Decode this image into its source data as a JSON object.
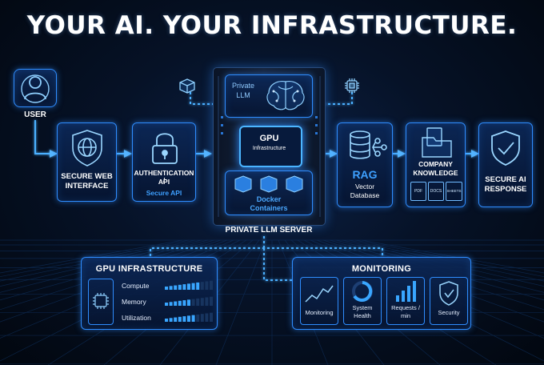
{
  "title": "YOUR AI. YOUR INFRASTRUCTURE.",
  "user": {
    "label": "USER"
  },
  "secure_web": {
    "label_line1": "SECURE WEB",
    "label_line2": "INTERFACE"
  },
  "auth": {
    "label_line1": "AUTHENTICATION /",
    "label_line2": "API",
    "sub": "Secure API"
  },
  "server": {
    "caption": "PRIVATE LLM SERVER",
    "llm_line1": "Private",
    "llm_line2": "LLM",
    "gpu_line1": "GPU",
    "gpu_line2": "Infrastructure",
    "docker_line1": "Docker",
    "docker_line2": "Containers"
  },
  "rag": {
    "title": "RAG",
    "line1": "Vector",
    "line2": "Database"
  },
  "knowledge": {
    "label_line1": "COMPANY",
    "label_line2": "KNOWLEDGE",
    "docs": [
      "PDF",
      "DOCS",
      "SHEETS"
    ]
  },
  "response": {
    "label_line1": "SECURE AI",
    "label_line2": "RESPONSE"
  },
  "gpu_panel": {
    "title": "GPU INFRASTRUCTURE",
    "rows": [
      {
        "label": "Compute",
        "level": 0.7
      },
      {
        "label": "Memory",
        "level": 0.55
      },
      {
        "label": "Utilization",
        "level": 0.62
      }
    ]
  },
  "monitoring": {
    "title": "MONITORING",
    "cards": [
      {
        "label_line1": "Monitoring",
        "label_line2": ""
      },
      {
        "label_line1": "System",
        "label_line2": "Health"
      },
      {
        "label_line1": "Requests /",
        "label_line2": "min"
      },
      {
        "label_line1": "Security",
        "label_line2": ""
      }
    ]
  },
  "colors": {
    "accent": "#2f8dff",
    "glow": "#39a6ff",
    "background": "#030a18"
  },
  "icons": [
    "user-icon",
    "globe-shield-icon",
    "padlock-icon",
    "brain-icon",
    "chip-icon",
    "cube-icon",
    "database-icon",
    "folder-icon",
    "check-shield-icon",
    "line-chart-icon",
    "gauge-icon",
    "bar-chart-icon"
  ]
}
